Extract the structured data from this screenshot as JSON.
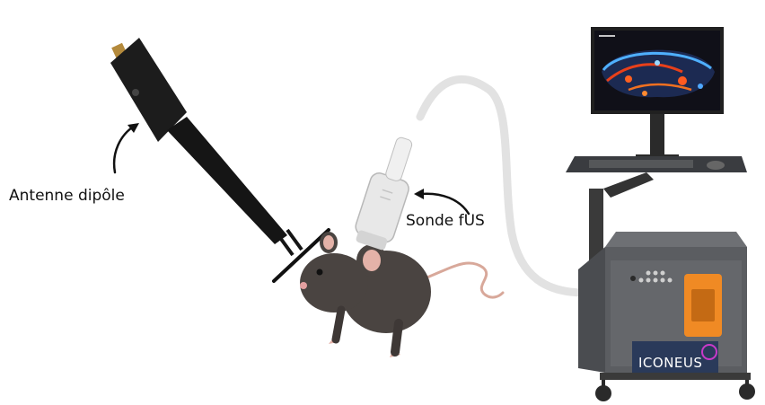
{
  "labels": {
    "antenna": "Antenne dipôle",
    "probe": "Sonde fUS"
  },
  "device": {
    "brand": "ICONEUS"
  },
  "colors": {
    "antenna": "#1a1a1a",
    "mouse": "#4a4441",
    "mouse_ear_inner": "#e4b2a8",
    "probe_body": "#e8e8e8",
    "cable": "#e2e2e2",
    "cart": "#5b5d61",
    "cart_panel": "#6e7074",
    "accent": "#f08a24",
    "screen_bg": "#101018",
    "brand_panel": "#2a3a5a"
  }
}
